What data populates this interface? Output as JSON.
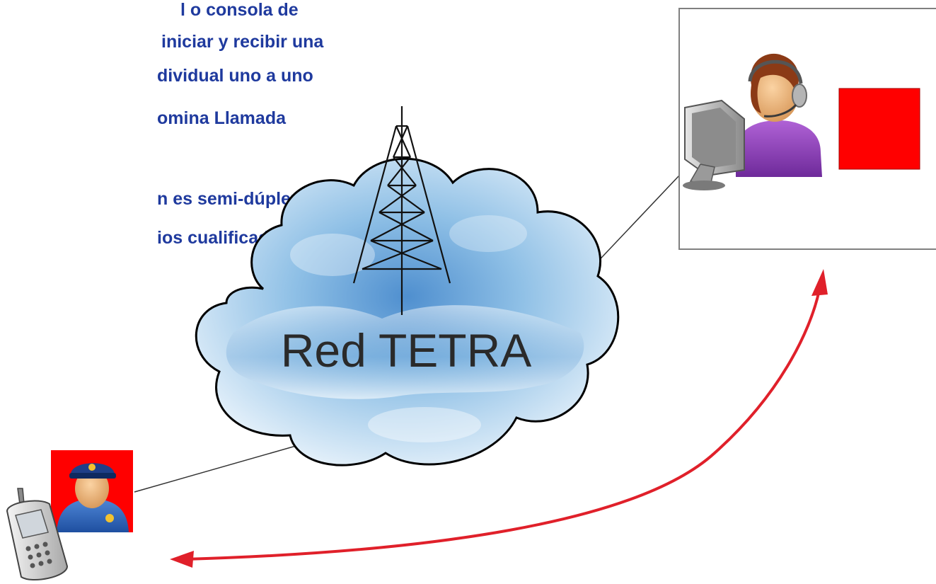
{
  "bullets": {
    "line1": "l o consola de",
    "line2": "iniciar y recibir una",
    "line3": "dividual uno a uno",
    "line4": "omina Llamada",
    "line5": "n es semi-dúplex",
    "line6": "ios cualificados"
  },
  "diagram": {
    "cloud_label": "Red TETRA"
  },
  "colors": {
    "text_blue": "#1f3a9e",
    "arrow_red": "#e0202a",
    "card_red": "#ff0000",
    "cloud_blue": "#7fb3dc",
    "connector": "#333333"
  },
  "icons": {
    "tower": "radio-tower-icon",
    "operator": "dispatcher-operator-icon",
    "officer": "police-officer-icon",
    "phone": "mobile-radio-icon"
  }
}
